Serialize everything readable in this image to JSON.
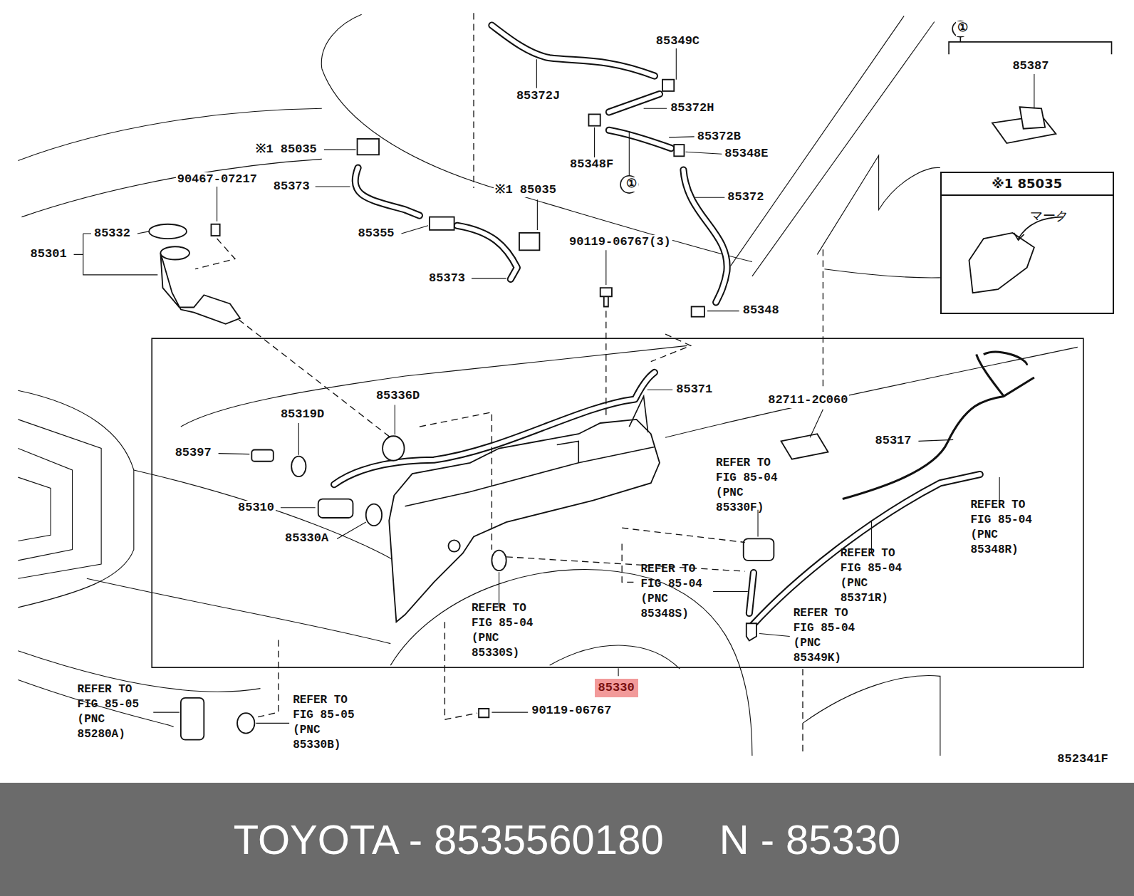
{
  "diagram": {
    "nodes": [
      {
        "text": [
          "※1 85035",
          "マーク"
        ]
      },
      {
        "text": [
          "TOYOTA - 8535560180",
          "N - 85330"
        ]
      },
      {
        "text": [
          "85330"
        ]
      }
    ],
    "labels": [
      "①",
      "85387",
      "85349C",
      "85372J",
      "85372H",
      "85372B",
      "85348F",
      "①",
      "85348E",
      "※1 85035",
      "90467-07217",
      "85373",
      "※1 85035",
      "85355",
      "90119-06767(3)",
      "85372",
      "85332",
      "85301",
      "85373",
      "85348",
      "85371",
      "82711-2C060",
      "85336D",
      "85319D",
      "85397",
      "85317",
      "REFER TO FIG 85-04 (PNC 85330F)",
      "85310",
      "85330A",
      "REFER TO FIG 85-04 (PNC 85348R)",
      "REFER TO FIG 85-04 (PNC 85371R)",
      "REFER TO FIG 85-04 (PNC 85348S)",
      "REFER TO FIG 85-04 (PNC 85330S)",
      "REFER TO FIG 85-04 (PNC 85349K)",
      "REFER TO FIG 85-05 (PNC 85280A)",
      "REFER TO FIG 85-05 (PNC 85330B)",
      "90119-06767",
      "852341F"
    ]
  }
}
